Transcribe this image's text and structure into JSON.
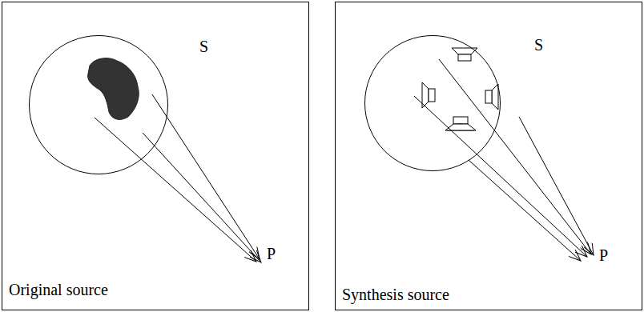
{
  "diagram": {
    "nodes": [
      {
        "text": [
          "Original source"
        ]
      },
      {
        "text": [
          "S"
        ],
        "in": 0
      },
      {
        "text": [
          "Synthesis source"
        ]
      },
      {
        "text": [
          "S"
        ],
        "in": 2
      }
    ],
    "labels": [
      "P",
      "P"
    ]
  }
}
